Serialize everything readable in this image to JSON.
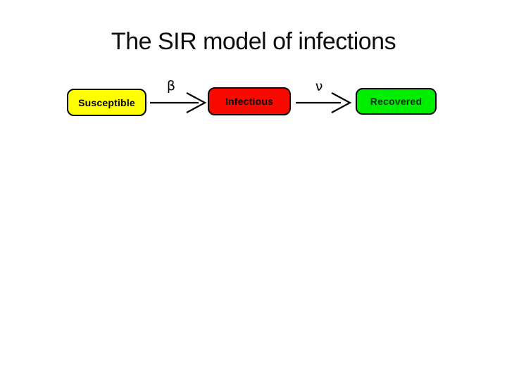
{
  "slide": {
    "title": "The SIR model of infections",
    "background": "#FFFFFF",
    "title_color": "#0D0D0D"
  },
  "diagram": {
    "nodes": [
      {
        "id": "susceptible",
        "label": "Susceptible",
        "fill": "#FFFF00",
        "border": "#000000",
        "text_color": "#000000"
      },
      {
        "id": "infectious",
        "label": "Infectious",
        "fill": "#F90A00",
        "border": "#000000",
        "text_color": "#000000"
      },
      {
        "id": "recovered",
        "label": "Recovered",
        "fill": "#00EF00",
        "border": "#000000",
        "text_color": "#062e06"
      }
    ],
    "edges": [
      {
        "from": "susceptible",
        "to": "infectious",
        "label": "β",
        "color": "#000000"
      },
      {
        "from": "infectious",
        "to": "recovered",
        "label": "ν",
        "color": "#000000"
      }
    ]
  }
}
